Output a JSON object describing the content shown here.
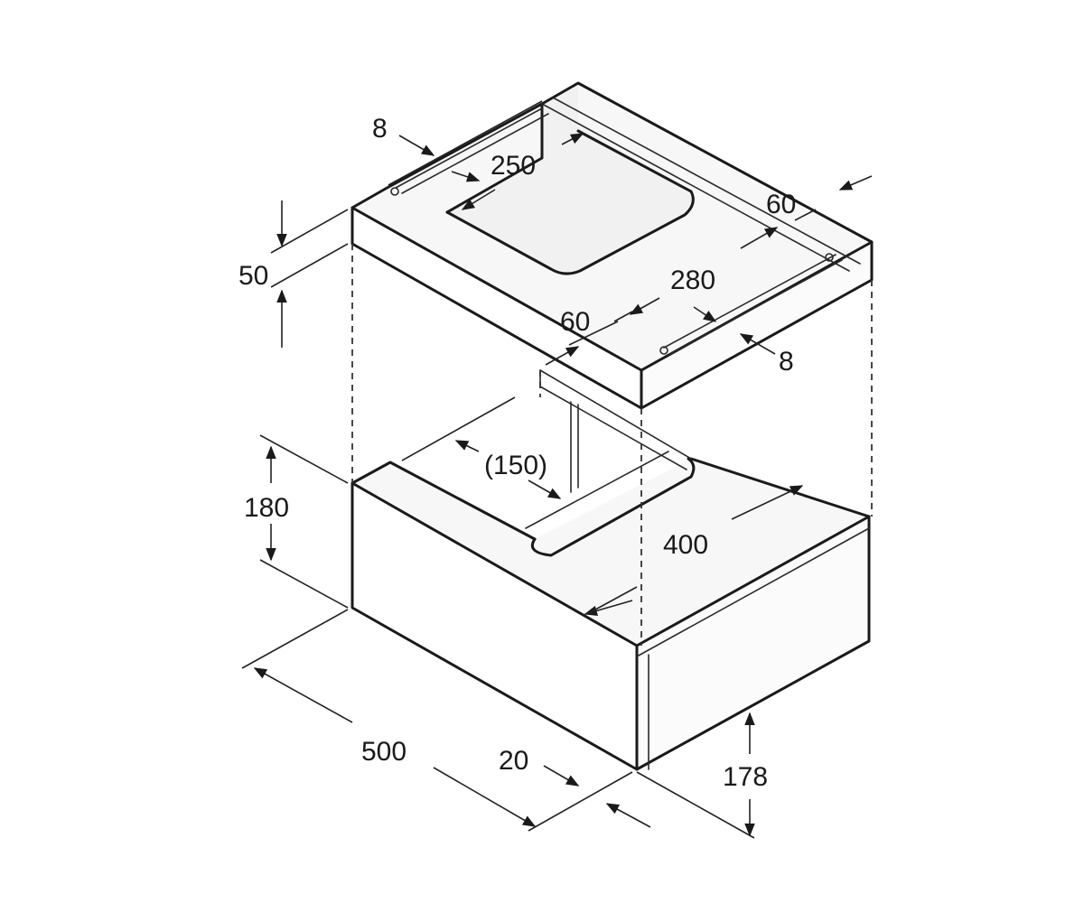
{
  "diagram": {
    "accent_color": "#1a1a1a",
    "dimensions": {
      "top_edge_left": "8",
      "recess_width": "250",
      "lid_right_edge": "60",
      "lid_height": "50",
      "recess_length": "280",
      "lid_front_edge": "60",
      "top_edge_right": "8",
      "inner_opening": "(150)",
      "base_height": "180",
      "base_depth": "400",
      "base_length": "500",
      "wall_offset": "20",
      "right_height": "178"
    }
  }
}
